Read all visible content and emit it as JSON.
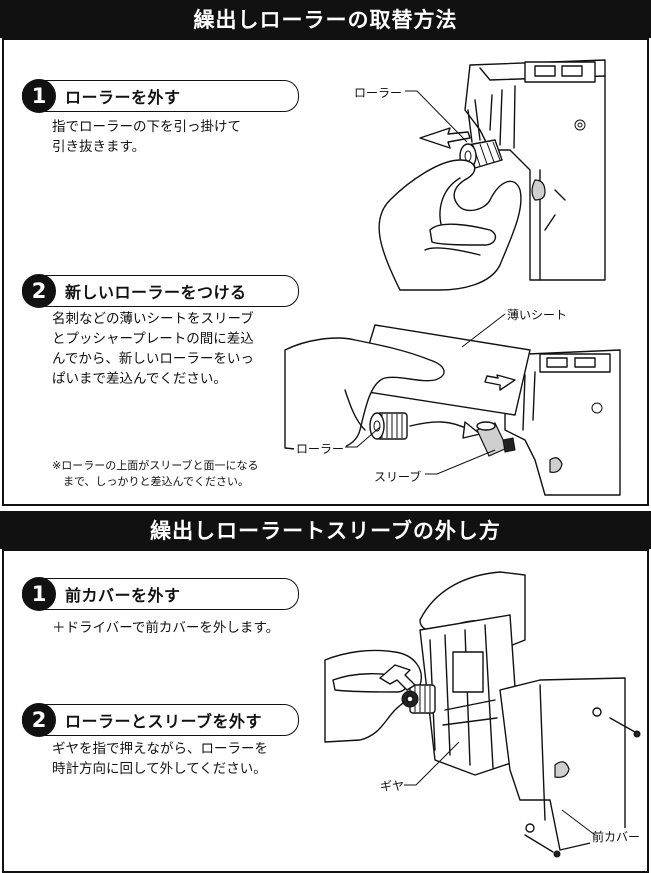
{
  "sections": [
    {
      "title": "繰出しローラーの取替方法",
      "steps": [
        {
          "num": "1",
          "title": "ローラーを外す",
          "text": "指でローラーの下を引っ掛けて\n引き抜きます。"
        },
        {
          "num": "2",
          "title": "新しいローラーをつける",
          "text": "名刺などの薄いシートをスリーブ\nとプッシャープレートの間に差込\nんでから、新しいローラーをいっ\nぱいまで差込んでください。"
        }
      ],
      "note": "※ローラーの上面がスリーブと面一になる\n　まで、しっかりと差込んでください。",
      "labels": {
        "roller_1": "ローラー",
        "thin_sheet": "薄いシート",
        "roller_2": "ローラー",
        "sleeve": "スリーブ"
      }
    },
    {
      "title": "繰出しローラートスリーブの外し方",
      "steps": [
        {
          "num": "1",
          "title": "前カバーを外す",
          "text": "＋ドライバーで前カバーを外します。"
        },
        {
          "num": "2",
          "title": "ローラーとスリーブを外す",
          "text": "ギヤを指で押えながら、ローラーを\n時計方向に回して外してください。"
        }
      ],
      "labels": {
        "gear": "ギヤ",
        "front_cover": "前カバー"
      }
    }
  ]
}
